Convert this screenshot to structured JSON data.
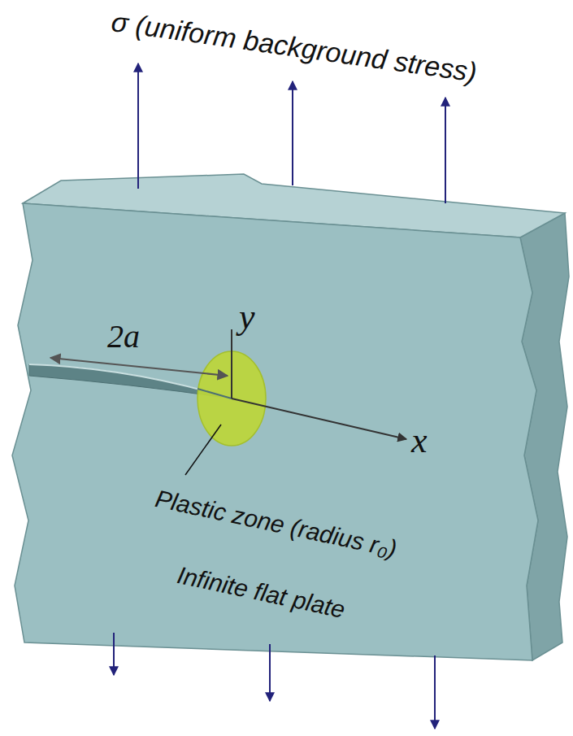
{
  "diagram": {
    "labels": [
      "σ (uniform background stress)",
      "2a",
      "y",
      "x",
      "Plastic zone (radius r₀)",
      "Infinite flat plate"
    ]
  }
}
